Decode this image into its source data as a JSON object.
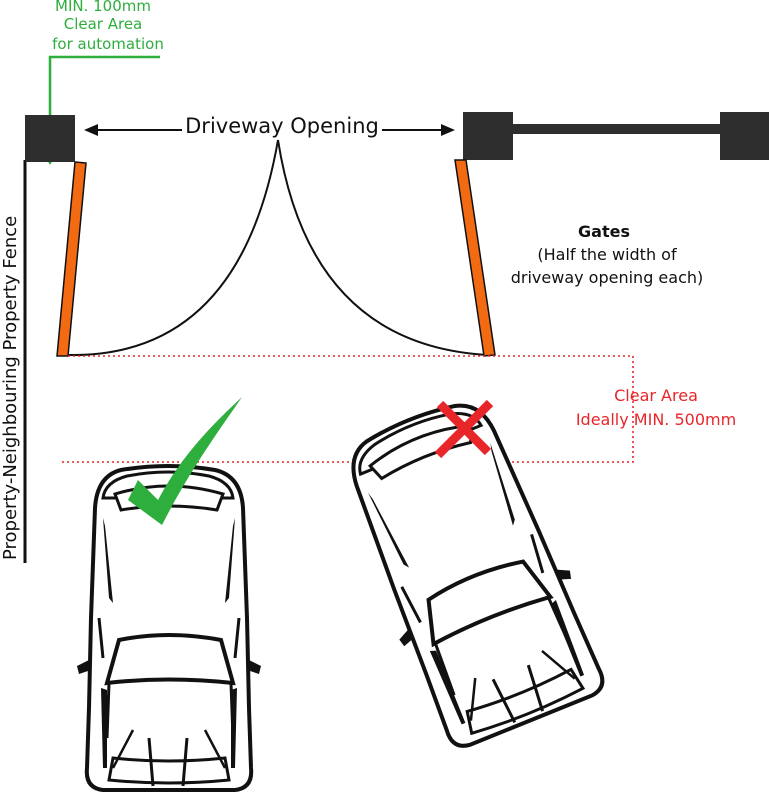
{
  "labels": {
    "min_clear": [
      "MIN. 100mm",
      "Clear Area",
      "for automation"
    ],
    "driveway_opening": "Driveway Opening",
    "gates_title": "Gates",
    "gates_desc": [
      "(Half the width of",
      "driveway opening each)"
    ],
    "clear_area": [
      "Clear Area",
      "Ideally MIN. 500mm"
    ],
    "fence": "Property-Neighbouring Property Fence"
  },
  "colors": {
    "green": "#2eae3d",
    "red": "#e8262a",
    "orange": "#f26a12",
    "post": "#2e2e2e",
    "line": "#111111"
  },
  "marks": {
    "correct": "check-mark-icon",
    "wrong": "cross-mark-icon"
  }
}
